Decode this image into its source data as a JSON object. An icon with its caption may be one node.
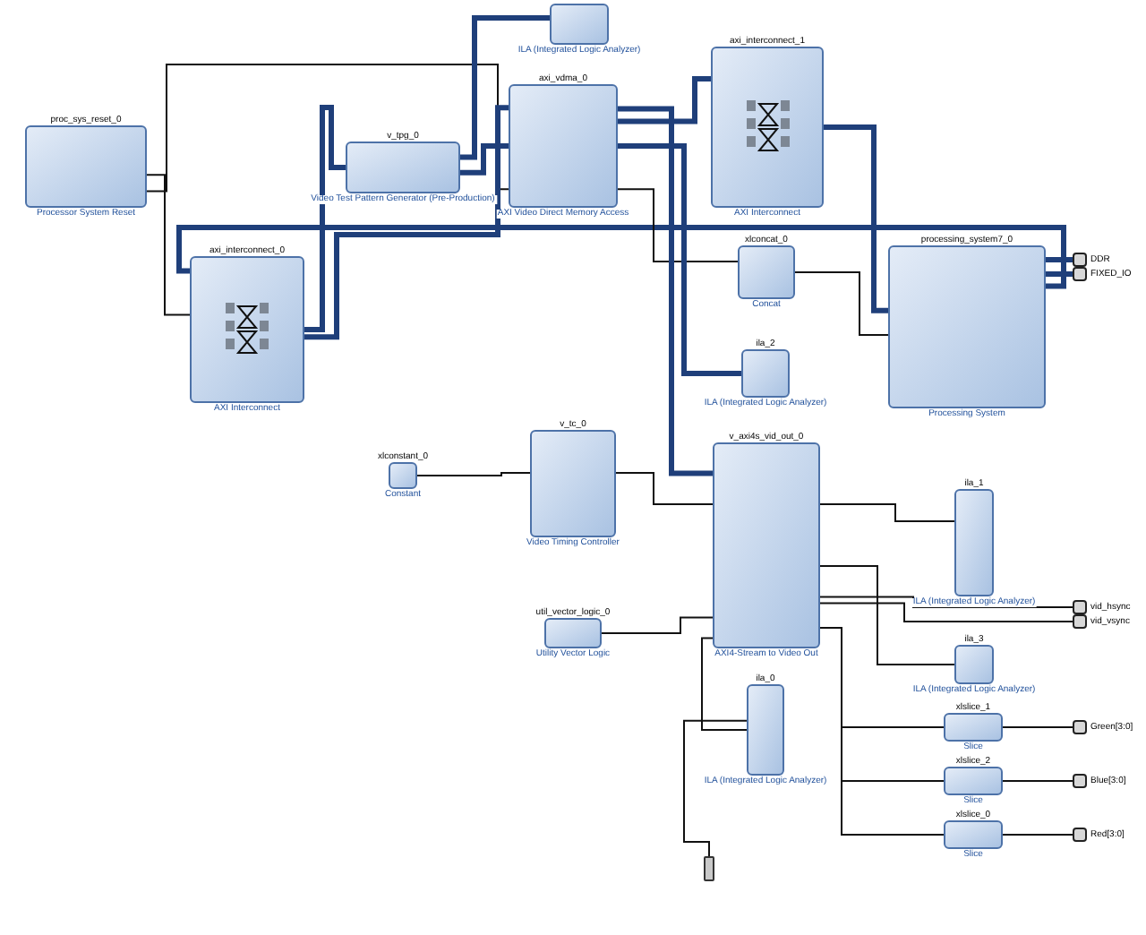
{
  "diagram": {
    "nodes": [
      {
        "text": [
          "proc_sys_reset_0",
          "Processor System Reset"
        ]
      },
      {
        "text": [
          "v_tpg_0",
          "Video Test Pattern Generator (Pre-Production)"
        ]
      },
      {
        "text": [
          "axi_vdma_0",
          "AXI Video Direct Memory Access"
        ]
      },
      {
        "text": [
          "ILA (Integrated Logic Analyzer)"
        ]
      },
      {
        "text": [
          "axi_interconnect_1",
          "AXI Interconnect"
        ]
      },
      {
        "text": [
          "axi_interconnect_0",
          "AXI Interconnect"
        ]
      },
      {
        "text": [
          "xlconcat_0",
          "Concat"
        ]
      },
      {
        "text": [
          "processing_system7_0",
          "Processing System"
        ]
      },
      {
        "text": [
          "ila_2",
          "ILA (Integrated Logic Analyzer)"
        ]
      },
      {
        "text": [
          "xlconstant_0",
          "Constant"
        ]
      },
      {
        "text": [
          "v_tc_0",
          "Video Timing Controller"
        ]
      },
      {
        "text": [
          "v_axi4s_vid_out_0",
          "AXI4-Stream to Video Out"
        ]
      },
      {
        "text": [
          "util_vector_logic_0",
          "Utility Vector Logic"
        ]
      },
      {
        "text": [
          "ila_1",
          "ILA (Integrated Logic Analyzer)"
        ]
      },
      {
        "text": [
          "ila_3",
          "ILA (Integrated Logic Analyzer)"
        ]
      },
      {
        "text": [
          "ila_0",
          "ILA (Integrated Logic Analyzer)"
        ]
      },
      {
        "text": [
          "xlslice_1",
          "Slice"
        ]
      },
      {
        "text": [
          "xlslice_2",
          "Slice"
        ]
      },
      {
        "text": [
          "xlslice_0",
          "Slice"
        ]
      },
      {
        "text": [
          "DDR"
        ]
      },
      {
        "text": [
          "FIXED_IO"
        ]
      },
      {
        "text": [
          "vid_hsync"
        ]
      },
      {
        "text": [
          "vid_vsync"
        ]
      },
      {
        "text": [
          "Green[3:0]"
        ]
      },
      {
        "text": [
          "Blue[3:0]"
        ]
      },
      {
        "text": [
          "Red[3:0]"
        ]
      },
      {
        "text": [],
        "shape": "box"
      }
    ],
    "edges": [
      {
        "from": 0,
        "to": 5,
        "arrow": "none"
      },
      {
        "from": 0,
        "to": 2,
        "arrow": "none"
      },
      {
        "from": 5,
        "to": 1,
        "arrow": "none",
        "style": "thick",
        "color": "#1f3f7a"
      },
      {
        "from": 5,
        "to": 2,
        "arrow": "none",
        "style": "thick",
        "color": "#1f3f7a"
      },
      {
        "from": 1,
        "to": 3,
        "arrow": "none",
        "style": "thick",
        "color": "#1f3f7a"
      },
      {
        "from": 1,
        "to": 2,
        "arrow": "none",
        "style": "thick",
        "color": "#1f3f7a"
      },
      {
        "from": 2,
        "to": 4,
        "arrow": "none",
        "style": "thick",
        "color": "#1f3f7a"
      },
      {
        "from": 4,
        "to": 7,
        "arrow": "none",
        "style": "thick",
        "color": "#1f3f7a"
      },
      {
        "from": 7,
        "to": 5,
        "arrow": "none",
        "style": "thick",
        "color": "#1f3f7a"
      },
      {
        "from": 2,
        "to": 6,
        "arrow": "none"
      },
      {
        "from": 6,
        "to": 7,
        "arrow": "none"
      },
      {
        "from": 2,
        "to": 11,
        "arrow": "none",
        "style": "thick",
        "color": "#1f3f7a"
      },
      {
        "from": 2,
        "to": 8,
        "arrow": "none",
        "style": "thick",
        "color": "#1f3f7a"
      },
      {
        "from": 9,
        "to": 10,
        "arrow": "none"
      },
      {
        "from": 10,
        "to": 11,
        "arrow": "none"
      },
      {
        "from": 12,
        "to": 11,
        "arrow": "none"
      },
      {
        "from": 11,
        "to": 13,
        "arrow": "none"
      },
      {
        "from": 11,
        "to": 14,
        "arrow": "none"
      },
      {
        "from": 11,
        "to": 15,
        "arrow": "none"
      },
      {
        "from": 11,
        "to": 16,
        "arrow": "none"
      },
      {
        "from": 11,
        "to": 17,
        "arrow": "none"
      },
      {
        "from": 11,
        "to": 18,
        "arrow": "none"
      },
      {
        "from": 11,
        "to": 21,
        "arrow": "none"
      },
      {
        "from": 11,
        "to": 22,
        "arrow": "none"
      },
      {
        "from": 16,
        "to": 23,
        "arrow": "none"
      },
      {
        "from": 17,
        "to": 24,
        "arrow": "none"
      },
      {
        "from": 18,
        "to": 25,
        "arrow": "none"
      },
      {
        "from": 7,
        "to": 19,
        "arrow": "none",
        "style": "thick",
        "color": "#1f3f7a"
      },
      {
        "from": 7,
        "to": 20,
        "arrow": "none",
        "style": "thick",
        "color": "#1f3f7a"
      },
      {
        "from": 26,
        "to": 15,
        "arrow": "none"
      }
    ]
  }
}
